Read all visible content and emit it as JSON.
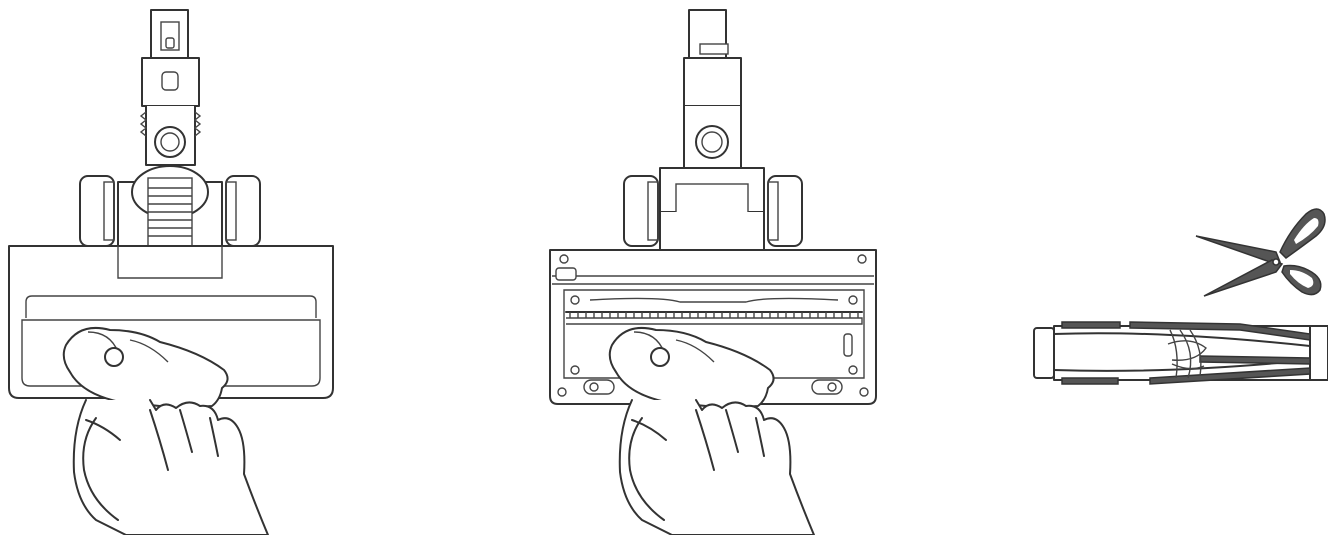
{
  "figures": [
    {
      "id": "panel-1",
      "icon": "brush-head-top-wipe"
    },
    {
      "id": "panel-2",
      "icon": "brush-head-bottom-wipe"
    },
    {
      "id": "panel-3",
      "icon": "roller-brush-cut-hair"
    }
  ],
  "colors": {
    "line": "#333333",
    "fill": "#ffffff",
    "dark": "#555555"
  }
}
